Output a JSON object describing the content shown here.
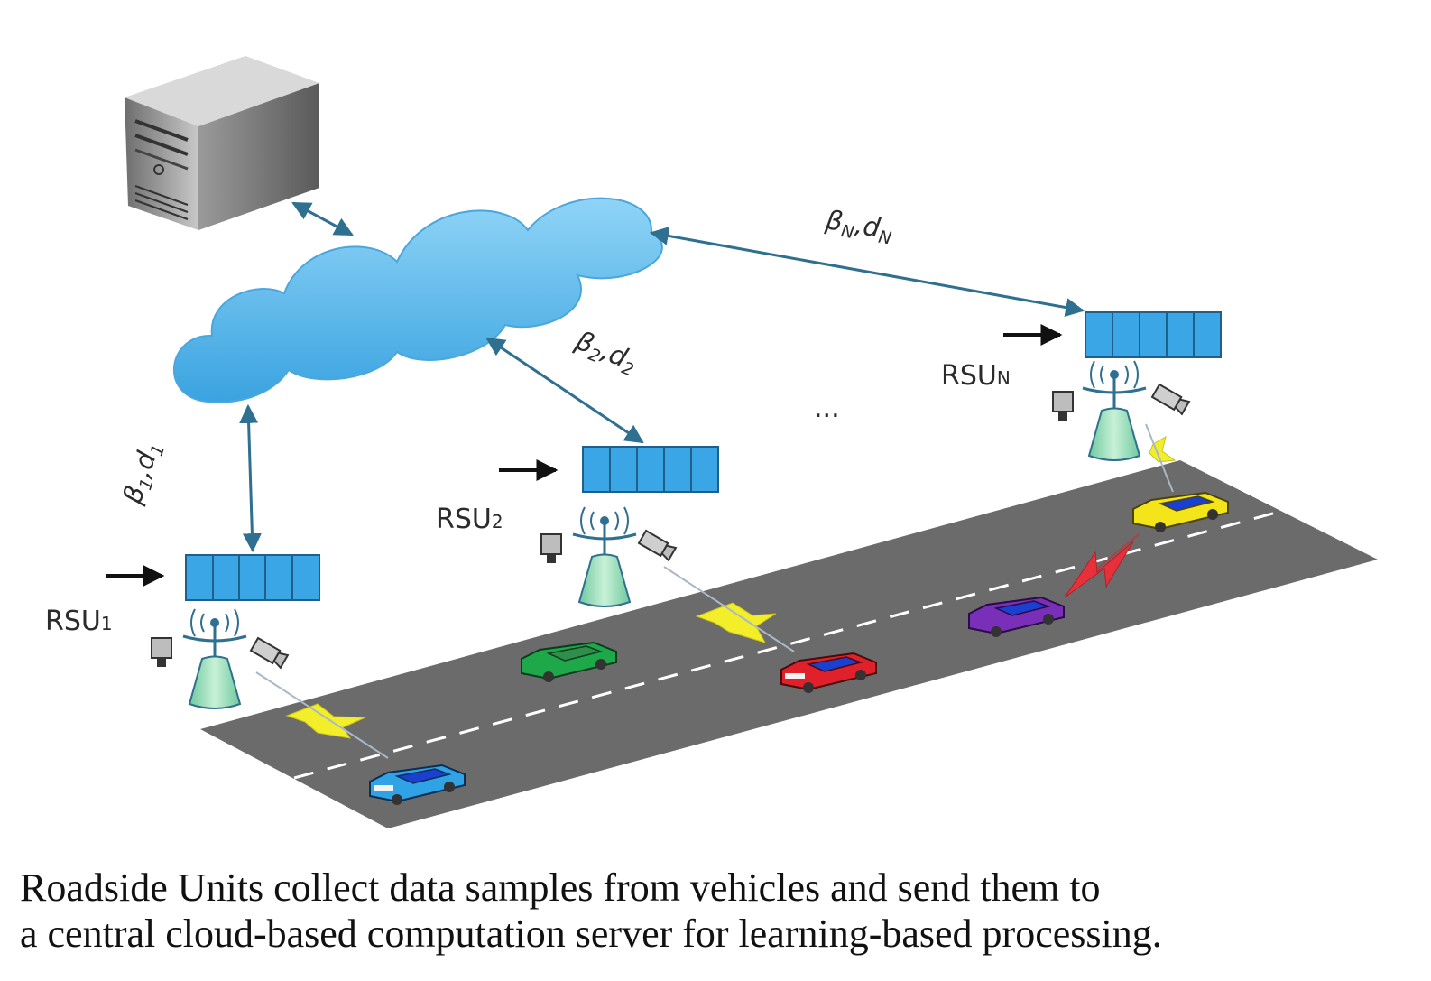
{
  "rsus": [
    {
      "name": "RSU",
      "sub": "1",
      "link_beta": "β",
      "link_beta_sub": "1",
      "link_d": "d",
      "link_d_sub": "1"
    },
    {
      "name": "RSU",
      "sub": "2",
      "link_beta": "β",
      "link_beta_sub": "2",
      "link_d": "d",
      "link_d_sub": "2"
    },
    {
      "name": "RSU",
      "sub": "N",
      "link_beta": "β",
      "link_beta_sub": "N",
      "link_d": "d",
      "link_d_sub": "N"
    }
  ],
  "ellipsis": "...",
  "caption": {
    "line1": "Roadside Units collect data samples from vehicles and send them to",
    "line2": "a central cloud-based computation server for learning-based processing."
  },
  "colors": {
    "cloud": "#5bb8ec",
    "queue": "#3aa6e6",
    "road": "#6b6b6b",
    "arrow": "#2f6f8f",
    "bolt_yellow": "#f2ee2a",
    "bolt_red": "#e8303a",
    "tower": "#9be0b0"
  },
  "vehicles": [
    {
      "color": "#2fa3e6",
      "roof": "#1a3fd1"
    },
    {
      "color": "#1fa84a",
      "roof": "#2f8f4a"
    },
    {
      "color": "#e0202a",
      "roof": "#1a3fd1"
    },
    {
      "color": "#7a2fb8",
      "roof": "#1a3fd1"
    },
    {
      "color": "#f4e41a",
      "roof": "#1a3fd1"
    }
  ]
}
